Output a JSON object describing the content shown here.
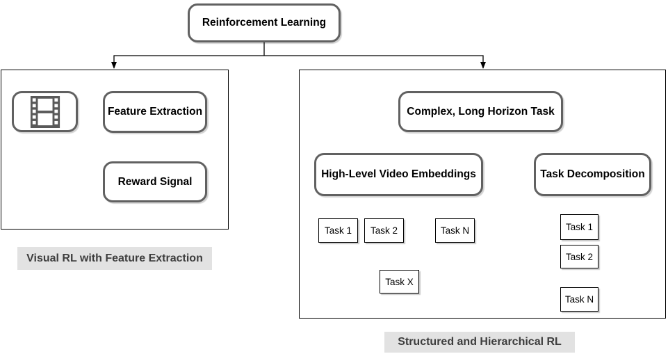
{
  "diagram": {
    "root_node": {
      "label": "Reinforcement Learning"
    },
    "left_group": {
      "caption": "Visual RL with Feature Extraction",
      "video_input_icon": "film-strip-icon",
      "feature_extraction": {
        "label": "Feature Extraction"
      },
      "reward_signal": {
        "label": "Reward Signal"
      }
    },
    "right_group": {
      "caption": "Structured and Hierarchical RL",
      "complex_task": {
        "label": "Complex, Long Horizon Task"
      },
      "video_embeddings": {
        "label": "High-Level Video Embeddings"
      },
      "task_decomposition": {
        "label": "Task Decomposition"
      },
      "embedding_tasks": [
        "Task 1",
        "Task 2",
        "Task N"
      ],
      "selected_task": "Task X",
      "decomposition_tasks": [
        "Task 1",
        "Task 2",
        "Task N"
      ]
    },
    "colors": {
      "node_border": "#616161",
      "line": "#000000",
      "caption_background": "#e2e2e2",
      "caption_text": "#3d3d3d",
      "background": "#ffffff"
    }
  }
}
